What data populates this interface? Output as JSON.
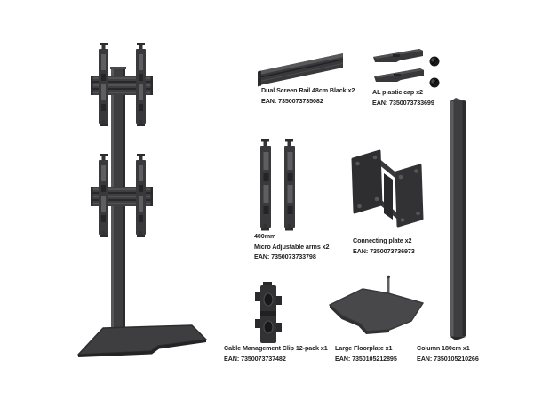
{
  "colors": {
    "background": "#ffffff",
    "part_dark": "#39393b",
    "part_mid": "#4a4a4c",
    "part_light": "#5e5e61",
    "text": "#1e1e1e"
  },
  "parts": [
    {
      "id": "dual-screen-rail",
      "label": "Dual Screen Rail 48cm Black x2",
      "ean": "EAN: 7350073735082"
    },
    {
      "id": "al-plastic-cap",
      "label": "AL plastic cap x2",
      "ean": "EAN: 7350073733699"
    },
    {
      "id": "micro-adjustable-arms",
      "size": "400mm",
      "label": "Micro Adjustable arms x2",
      "ean": "EAN: 7350073733798"
    },
    {
      "id": "connecting-plate",
      "label": "Connecting plate x2",
      "ean": "EAN: 7350073736973"
    },
    {
      "id": "cable-management-clip",
      "label": "Cable Management Clip 12-pack x1",
      "ean": "EAN: 7350073737482"
    },
    {
      "id": "large-floorplate",
      "label": "Large Floorplate x1",
      "ean": "EAN: 7350105212895"
    },
    {
      "id": "column",
      "label": "Column 180cm x1",
      "ean": "EAN: 7350105210266"
    }
  ]
}
